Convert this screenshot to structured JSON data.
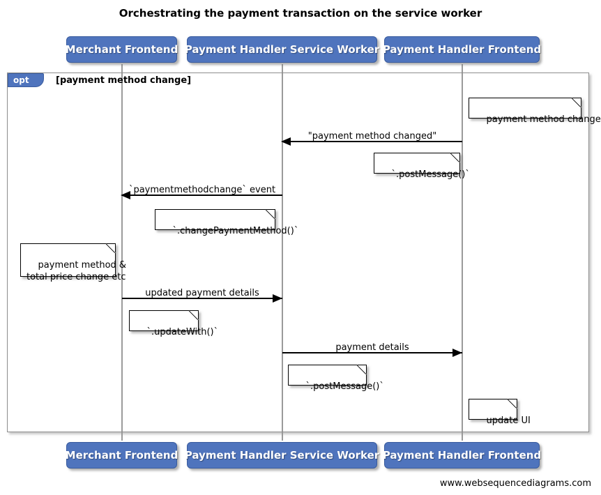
{
  "diagram": {
    "title": "Orchestrating the payment transaction on the service worker",
    "footer": "www.websequencediagrams.com",
    "colors": {
      "participant_fill": "#4f74bd",
      "participant_border": "#3a5c9e",
      "participant_text": "#ffffff",
      "lifeline": "#9a9a9a",
      "fragment_border": "#8d8d8d",
      "note_border": "#000000",
      "note_fill": "#ffffff",
      "arrow": "#000000",
      "background": "#ffffff"
    }
  },
  "participants": [
    {
      "id": "merchant-frontend",
      "label": "Merchant Frontend"
    },
    {
      "id": "payment-handler-service-worker",
      "label": "Payment Handler Service Worker"
    },
    {
      "id": "payment-handler-frontend",
      "label": "Payment Handler Frontend"
    }
  ],
  "participants_bottom": [
    {
      "id": "merchant-frontend",
      "label": "Merchant Frontend"
    },
    {
      "id": "payment-handler-service-worker",
      "label": "Payment Handler Service Worker"
    },
    {
      "id": "payment-handler-frontend",
      "label": "Payment Handler Frontend"
    }
  ],
  "fragment": {
    "type_label": "opt",
    "guard": "[payment method change]"
  },
  "messages": [
    {
      "id": "payment-method-changed",
      "label": "\"payment method changed\"",
      "from": "payment-handler-frontend",
      "to": "payment-handler-service-worker",
      "direction": "left"
    },
    {
      "id": "paymentmethodchange-event",
      "label": "`paymentmethodchange` event",
      "from": "payment-handler-service-worker",
      "to": "merchant-frontend",
      "direction": "left"
    },
    {
      "id": "updated-payment-details",
      "label": "updated payment details",
      "from": "merchant-frontend",
      "to": "payment-handler-service-worker",
      "direction": "right"
    },
    {
      "id": "payment-details",
      "label": "payment details",
      "from": "payment-handler-service-worker",
      "to": "payment-handler-frontend",
      "direction": "right"
    }
  ],
  "notes": [
    {
      "id": "note-payment-method-changed",
      "text": "payment method changed"
    },
    {
      "id": "note-post-message-1",
      "text": "`.postMessage()`"
    },
    {
      "id": "note-change-payment-method",
      "text": "`.changePaymentMethod()`"
    },
    {
      "id": "note-payment-method-total-price",
      "text": "payment method &\ntotal price change etc"
    },
    {
      "id": "note-update-with",
      "text": "`.updateWith()`"
    },
    {
      "id": "note-post-message-2",
      "text": "`.postMessage()`"
    },
    {
      "id": "note-update-ui",
      "text": "update UI"
    }
  ]
}
